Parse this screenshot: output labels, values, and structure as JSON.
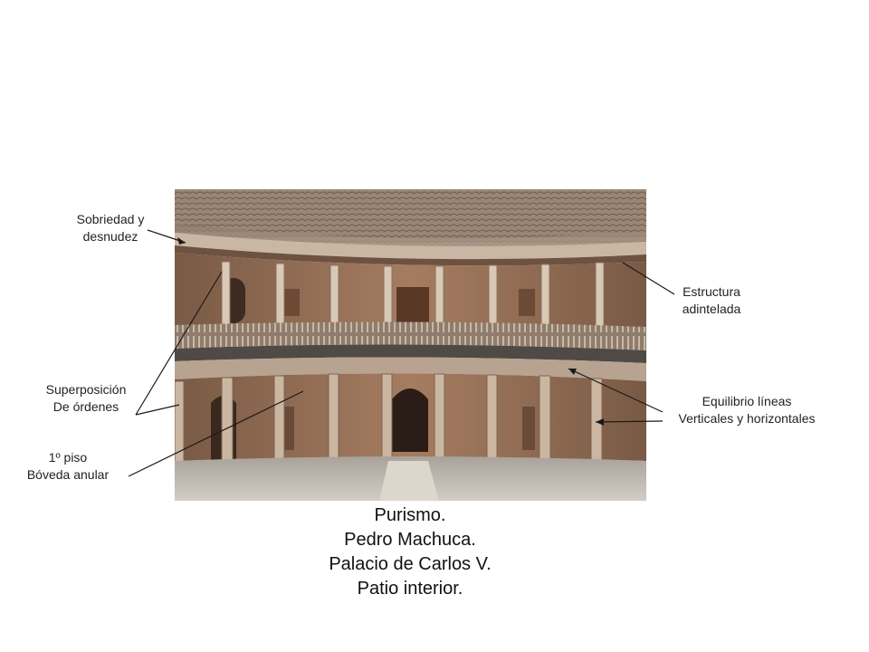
{
  "labels": {
    "sobriedad": [
      "Sobriedad y",
      "desnudez"
    ],
    "superposicion": [
      "Superposición",
      "De órdenes"
    ],
    "piso": [
      "1º piso",
      "Bóveda anular"
    ],
    "estructura": [
      "Estructura",
      "adintelada"
    ],
    "equilibrio": [
      "Equilibrio líneas",
      "Verticales y horizontales"
    ]
  },
  "caption": [
    "Purismo.",
    "Pedro Machuca.",
    "Palacio de Carlos V.",
    "Patio interior."
  ],
  "colors": {
    "stone_light": "#c9b39c",
    "stone_mid": "#a88a70",
    "stone_dark": "#5e4030",
    "roof": "#9c8878",
    "floor": "#bdb7b0",
    "line": "#1a1a1a"
  }
}
